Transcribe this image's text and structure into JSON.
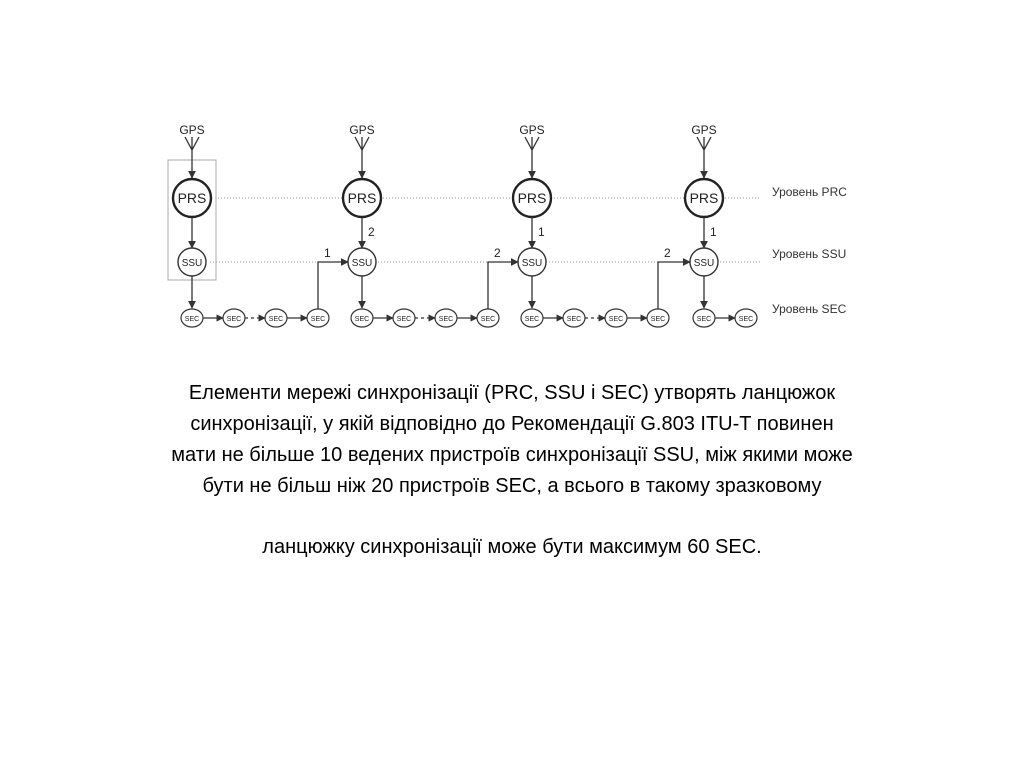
{
  "diagram": {
    "gps_label": "GPS",
    "prs_label": "PRS",
    "ssu_label": "SSU",
    "sec_label": "SEC",
    "level_prc": "Уровень PRC",
    "level_ssu": "Уровень SSU",
    "level_sec": "Уровень SEC",
    "num_1": "1",
    "num_2": "2"
  },
  "caption": {
    "lines": [
      "Елементи мережі синхронізації (PRC, SSU і  SEC) утворять ланцюжок",
      "синхронізації, у якій відповідно до  Рекомендації  G.803 ITU-T повинен",
      "мати не більше 10 ведених пристроїв синхронізації SSU, між якими може",
      "бути не більш ніж 20 пристроїв SEC, а всього в такому зразковому"
    ],
    "last_line": "ланцюжку синхронізації може бути максимум 60 SEC."
  }
}
